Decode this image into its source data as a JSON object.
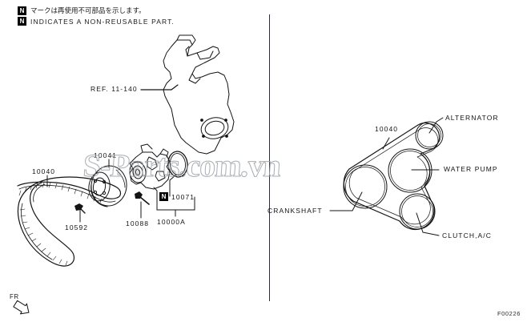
{
  "header": {
    "jp_note": "マークは再使用不可部品を示します。",
    "en_note": "INDICATES A NON-REUSABLE PART.",
    "badge": "N"
  },
  "left_diagram": {
    "title": "engine-drive-belt-exploded-view",
    "ref_label": "REF. 11-140",
    "parts": [
      {
        "id": "belt",
        "number": "10040",
        "name": "drive-belt"
      },
      {
        "id": "pulley",
        "number": "10041",
        "name": "crankshaft-pulley"
      },
      {
        "id": "bolt",
        "number": "10592",
        "name": "pulley-bolt"
      },
      {
        "id": "pump_bolt",
        "number": "10088",
        "name": "water-pump-bolt"
      },
      {
        "id": "oring",
        "number": "10071",
        "name": "water-pump-o-ring",
        "badge": "N"
      },
      {
        "id": "pump_assy",
        "number": "10000A",
        "name": "water-pump-assembly"
      }
    ]
  },
  "right_diagram": {
    "title": "belt-routing-diagram",
    "belt_number": "10040",
    "pulleys": [
      {
        "id": "alternator",
        "label": "ALTERNATOR"
      },
      {
        "id": "water_pump",
        "label": "WATER PUMP"
      },
      {
        "id": "clutch_ac",
        "label": "CLUTCH,A/C"
      },
      {
        "id": "crankshaft",
        "label": "CRANKSHAFT"
      }
    ]
  },
  "footer": {
    "orientation_label": "FR",
    "page_code": "F00226"
  },
  "watermark": {
    "text": "S-Parts.com.vn"
  },
  "colors": {
    "line": "#141414",
    "divider": "#2b2f33",
    "badge_bg": "#000000",
    "watermark": "#9aa0a6"
  }
}
